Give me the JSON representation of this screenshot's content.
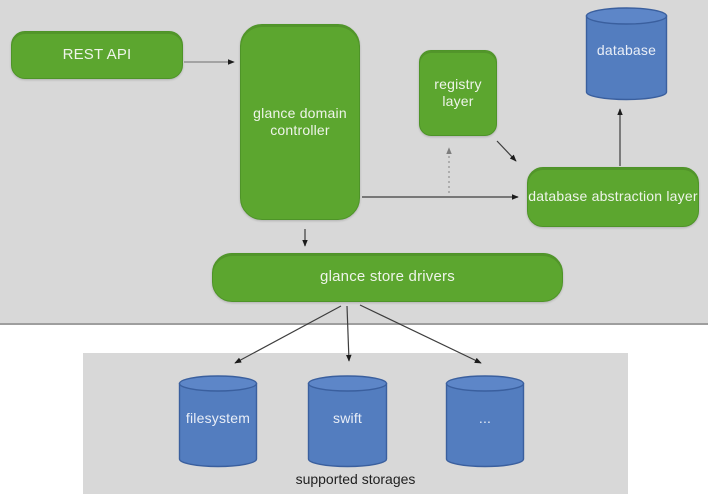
{
  "colors": {
    "green": "#5ca62f",
    "green_border": "#4e9428",
    "blue": "#537dbf",
    "blue_border": "#3a5f9e",
    "blue_top": "#5d86c8",
    "band_gray": "#d8d8d8",
    "band_border": "#9e9e9e",
    "arrow": "#3d3d3d",
    "dashed_arrow": "#8a8a8a",
    "label_light": "#eef4e9",
    "label_dark": "#1f1f1f"
  },
  "nodes": {
    "rest_api": {
      "label": "REST API",
      "type": "box"
    },
    "glance_domain_controller": {
      "label": "glance domain controller",
      "type": "box"
    },
    "registry_layer": {
      "label": "registry layer",
      "type": "box"
    },
    "database": {
      "label": "database",
      "type": "cylinder"
    },
    "database_abstraction_layer": {
      "label": "database abstraction layer",
      "type": "box"
    },
    "glance_store_drivers": {
      "label": "glance store drivers",
      "type": "box"
    },
    "filesystem": {
      "label": "filesystem",
      "type": "cylinder"
    },
    "swift": {
      "label": "swift",
      "type": "cylinder"
    },
    "more_storages": {
      "label": "...",
      "type": "cylinder"
    }
  },
  "captions": {
    "supported_storages": "supported storages"
  },
  "edges": [
    {
      "from": "rest_api",
      "to": "glance_domain_controller",
      "style": "solid"
    },
    {
      "from": "glance_domain_controller",
      "to": "database_abstraction_layer",
      "style": "solid"
    },
    {
      "from": "glance_domain_controller",
      "to": "glance_store_drivers",
      "style": "solid"
    },
    {
      "from": "glance_domain_controller",
      "to": "registry_layer",
      "style": "dashed"
    },
    {
      "from": "registry_layer",
      "to": "database_abstraction_layer",
      "style": "solid"
    },
    {
      "from": "database_abstraction_layer",
      "to": "database",
      "style": "solid"
    },
    {
      "from": "glance_store_drivers",
      "to": "filesystem",
      "style": "solid"
    },
    {
      "from": "glance_store_drivers",
      "to": "swift",
      "style": "solid"
    },
    {
      "from": "glance_store_drivers",
      "to": "more_storages",
      "style": "solid"
    }
  ]
}
